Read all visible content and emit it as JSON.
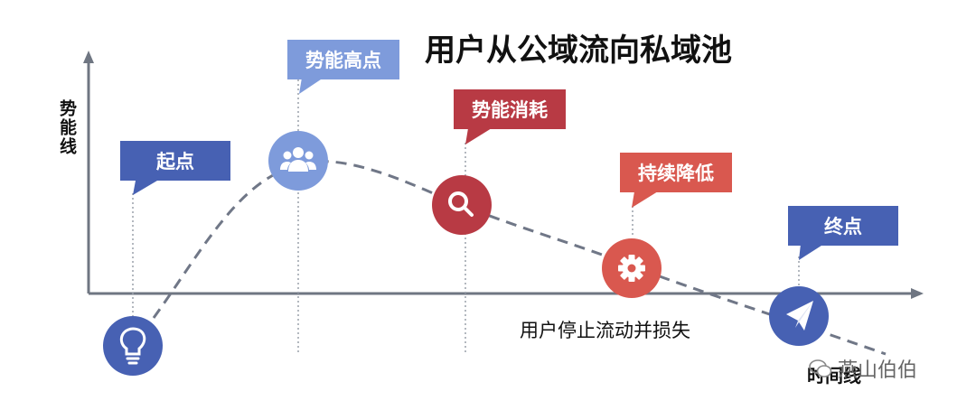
{
  "title": "用户从公域流向私域池",
  "y_axis_label": "势能线",
  "x_axis_label": "时间线",
  "note": "用户停止流动并损失",
  "watermark": "燕山伯伯",
  "colors": {
    "blue_dark": "#4761b3",
    "blue_light": "#7e9bdb",
    "red_dark": "#b83a44",
    "red_light": "#d9584f",
    "axis": "#6f7682",
    "curve": "#707787"
  },
  "stages": [
    {
      "label": "起点",
      "icon": "lightbulb-icon",
      "color": "#4761b3"
    },
    {
      "label": "势能高点",
      "icon": "users-group-icon",
      "color": "#7e9bdb"
    },
    {
      "label": "势能消耗",
      "icon": "search-icon",
      "color": "#b83a44"
    },
    {
      "label": "持续降低",
      "icon": "gear-icon",
      "color": "#d9584f"
    },
    {
      "label": "终点",
      "icon": "paper-plane-icon",
      "color": "#4761b3"
    }
  ]
}
